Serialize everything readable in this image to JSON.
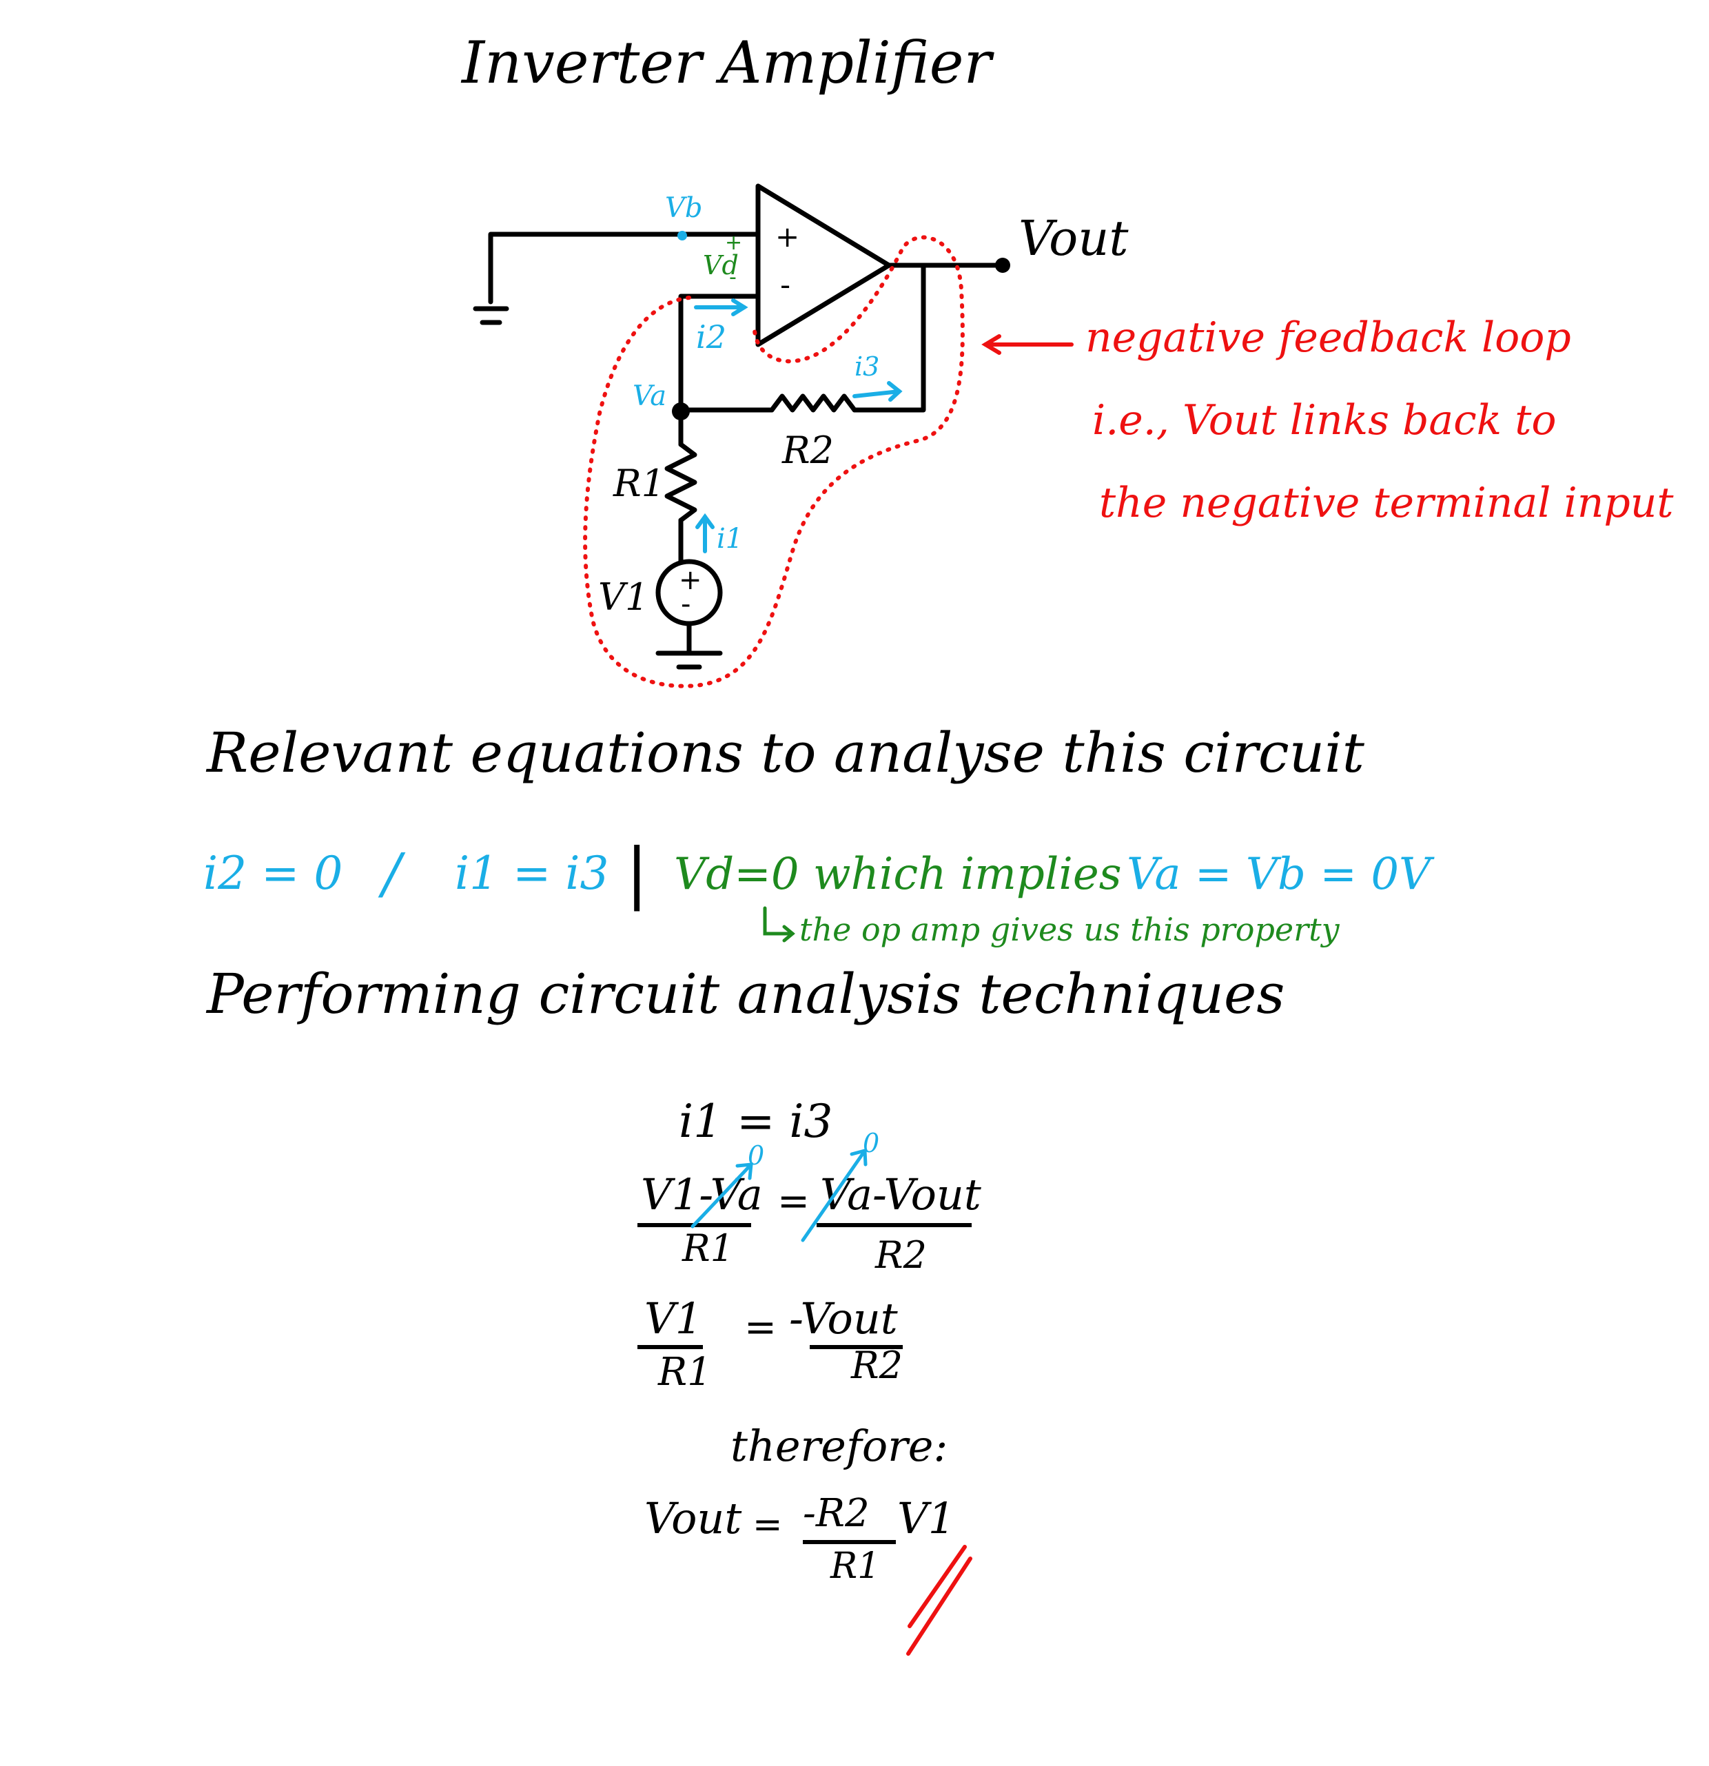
{
  "title": "Inverter Amplifier",
  "colors": {
    "ink": "#000000",
    "blue": "#1aaee6",
    "green": "#1e8a1e",
    "red": "#ee1111",
    "background": "#ffffff"
  },
  "circuit": {
    "labels": {
      "vb": "Vb",
      "vd": "Vd",
      "vd_plus": "+",
      "vd_minus": "-",
      "plus": "+",
      "minus": "-",
      "vout": "Vout",
      "i2": "i2",
      "i3": "i3",
      "va": "Va",
      "r2": "R2",
      "r1": "R1",
      "i1": "i1",
      "v1": "V1",
      "src_plus": "+",
      "src_minus": "-"
    }
  },
  "annotation": {
    "lines": [
      "negative feedback loop",
      "i.e., Vout links back to",
      "the negative terminal input"
    ]
  },
  "section1_heading": "Relevant equations to analyse this circuit",
  "relations": {
    "r1": "i2 = 0",
    "sep1": "/",
    "r2": "i1 = i3",
    "sep2": "|",
    "r3": "Vd=0 which implies",
    "r4": "Va = Vb = 0V",
    "note": "the op amp gives us this property"
  },
  "section2_heading": "Performing circuit analysis techniques",
  "derivation": {
    "eq1": "i1 = i3",
    "eq2_left_num": "V1-Va",
    "eq2_left_den": "R1",
    "eq2_eq": "=",
    "eq2_right_num": "Va-Vout",
    "eq2_right_den": "R2",
    "zero_mark_1": "0",
    "zero_mark_2": "0",
    "eq3_left_num": "V1",
    "eq3_left_den": "R1",
    "eq3_eq": "=",
    "eq3_right_num": "-Vout",
    "eq3_right_den": "R2",
    "therefore": "therefore:",
    "final_lhs": "Vout",
    "final_eq": "=",
    "final_num": "-R2",
    "final_den": "R1",
    "final_factor": "V1"
  }
}
